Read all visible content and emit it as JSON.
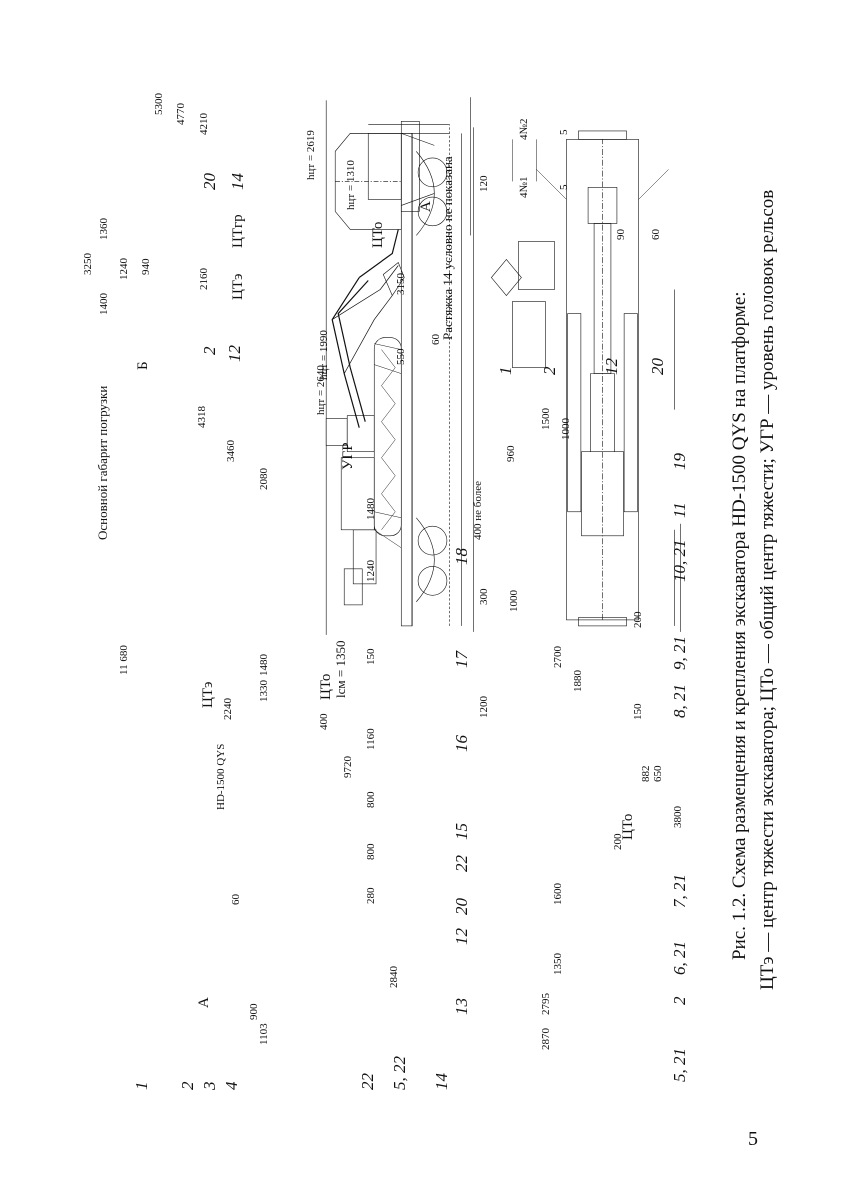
{
  "figure": {
    "caption_line1": "Рис. 1.2. Схема размещения и крепления экскаватора HD-1500 QYS на платформе:",
    "caption_line2": "ЦТэ — центр тяжести экскаватора; ЦТо — общий центр тяжести; УГР — уровень головок рельсов",
    "note_stretch": "Растяжка 14 условно не показана",
    "note_envelope": "Основной габарит погрузки",
    "model_plate": "HD-1500 QYS"
  },
  "side_view": {
    "overall_length": "11 680",
    "platform_length": "9720",
    "lengths_bottom": [
      "2840",
      "280",
      "800",
      "800",
      "1160",
      "150",
      "1240",
      "1480"
    ],
    "l_sm": "lсм = 1350",
    "left_dims": [
      "1103",
      "900"
    ],
    "heights": [
      "60",
      "2240",
      "400",
      "1330",
      "1480",
      "2080",
      "3460",
      "4318"
    ],
    "labels": [
      "УГР",
      "ЦТэ",
      "ЦТо",
      "А"
    ],
    "callouts": [
      "1",
      "2",
      "3",
      "4",
      "22",
      "5, 22",
      "14"
    ]
  },
  "end_view": {
    "heights": [
      "5300",
      "4770",
      "4210",
      "3250",
      "1360",
      "1400",
      "1240",
      "940",
      "2160",
      "3150",
      "550"
    ],
    "cg_heights": [
      "hцт = 1310",
      "hцт = 2619",
      "hцт = 1990",
      "hцт = 2640"
    ],
    "labels": [
      "ЦТгр",
      "ЦТэ",
      "ЦТо",
      "Б",
      "А"
    ],
    "callouts": [
      "20",
      "14",
      "2",
      "12"
    ]
  },
  "plan_view": {
    "dims": [
      "1500",
      "1000",
      "960",
      "400 не более",
      "300",
      "1000",
      "2700",
      "200",
      "1880",
      "1200",
      "150",
      "882",
      "650",
      "3800",
      "200",
      "1600",
      "1350",
      "2795",
      "2870"
    ],
    "labels": [
      "ЦТо"
    ],
    "callouts": [
      "18",
      "19",
      "11",
      "10, 21",
      "9, 21",
      "8, 21",
      "17",
      "16",
      "15",
      "22",
      "7, 21",
      "6, 21",
      "2",
      "5, 21",
      "12",
      "20",
      "13"
    ]
  },
  "detail_views": {
    "dims": [
      "60",
      "120",
      "5",
      "5",
      "90",
      "60"
    ],
    "rods": [
      "4№2",
      "4№1"
    ],
    "callouts": [
      "1",
      "2",
      "12",
      "20"
    ]
  },
  "page_number": "5"
}
